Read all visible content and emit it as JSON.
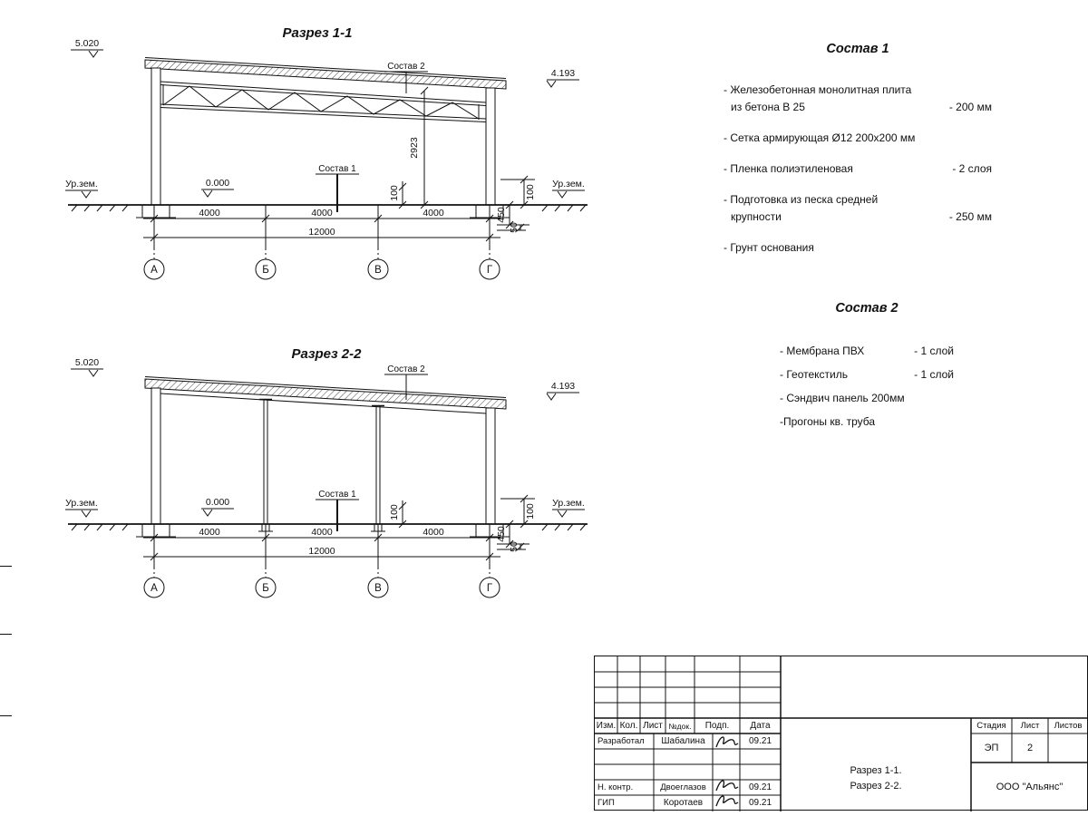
{
  "drawing": {
    "sec1_title": "Разрез 1-1",
    "sec2_title": "Разрез 2-2",
    "elev_top": "5.020",
    "elev_eave": "4.193",
    "elev_zero": "0.000",
    "ground_label": "Ур.зем.",
    "leader_sostav1": "Состав 1",
    "leader_sostav2": "Состав 2",
    "dim_2923": "2923",
    "dim_4000": "4000",
    "dim_12000": "12000",
    "dim_100": "100",
    "dim_450": "450",
    "dim_50": "50",
    "axes": [
      "А",
      "Б",
      "В",
      "Г"
    ]
  },
  "sostav1": {
    "title": "Состав 1",
    "items": [
      {
        "text": "- Железобетонная  монолитная плита",
        "text2": "из бетона В 25",
        "value": "- 200 мм"
      },
      {
        "text": "- Сетка армирующая Ø12 200x200 мм",
        "value": ""
      },
      {
        "text": "- Пленка полиэтиленовая",
        "value": "- 2 слоя"
      },
      {
        "text": "- Подготовка из песка средней",
        "text2": "крупности",
        "value": "- 250 мм"
      },
      {
        "text": "- Грунт основания",
        "value": ""
      }
    ]
  },
  "sostav2": {
    "title": "Состав 2",
    "items": [
      {
        "text": "- Мембрана ПВХ",
        "value": "- 1 слой"
      },
      {
        "text": "- Геотекстиль",
        "value": "- 1 слой"
      },
      {
        "text": "- Сэндвич панель 200мм",
        "value": ""
      },
      {
        "text": "-Прогоны кв. труба",
        "value": ""
      }
    ]
  },
  "titleblock": {
    "cols": {
      "izm": "Изм.",
      "kol": "Кол.",
      "list": "Лист",
      "ndok": "№док.",
      "podp": "Подп.",
      "data": "Дата"
    },
    "rows": [
      {
        "role": "Разработал",
        "name": "Шабалина",
        "date": "09.21"
      },
      {
        "role": "Н. контр.",
        "name": "Двоеглазов",
        "date": "09.21"
      },
      {
        "role": "ГИП",
        "name": "Коротаев",
        "date": "09.21"
      }
    ],
    "doc_title_line1": "Разрез 1-1.",
    "doc_title_line2": "Разрез 2-2.",
    "stage_label": "Стадия",
    "sheet_label": "Лист",
    "sheets_label": "Листов",
    "stage_value": "ЭП",
    "sheet_value": "2",
    "company": "ООО \"Альянс\""
  }
}
